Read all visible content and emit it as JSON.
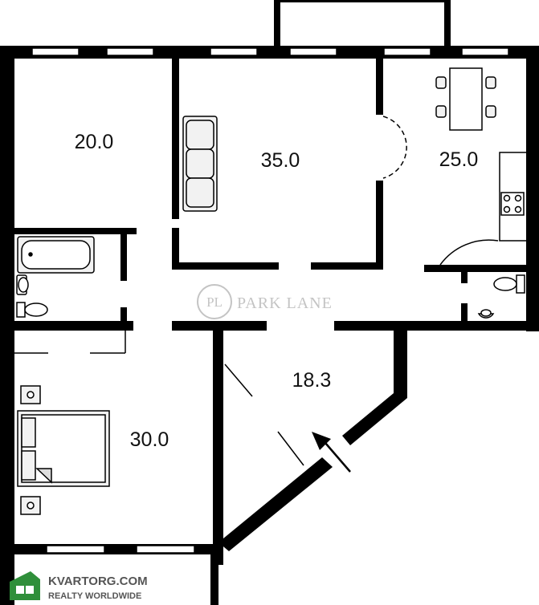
{
  "rooms": [
    {
      "id": "room-top-left",
      "area": "20.0"
    },
    {
      "id": "living-room",
      "area": "35.0"
    },
    {
      "id": "kitchen",
      "area": "25.0"
    },
    {
      "id": "hallway",
      "area": "18.3"
    },
    {
      "id": "bedroom",
      "area": "30.0"
    }
  ],
  "watermark": {
    "monogram": "PL",
    "name": "PARK LANE"
  },
  "logo": {
    "site": "KVARTORG.COM",
    "tagline": "REALTY WORLDWIDE"
  },
  "colors": {
    "wall": "#000000",
    "watermark": "#c4c4c4",
    "furniture_fill": "#f2f2f2"
  }
}
